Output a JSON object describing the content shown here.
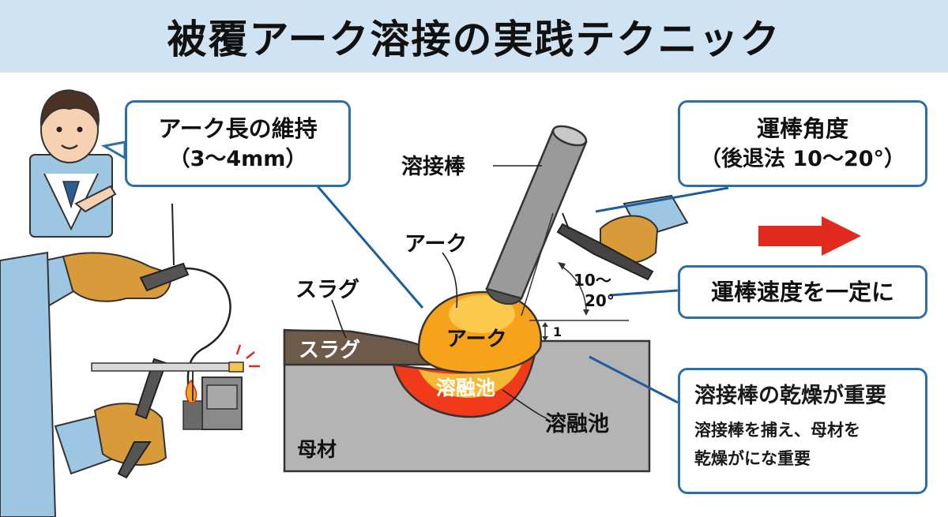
{
  "title": "被覆アーク溶接の実践テクニック",
  "callouts": {
    "arc_length": {
      "line1": "アーク長の維持",
      "line2": "（3〜4mm）"
    },
    "rod_angle": {
      "line1": "運棒角度",
      "line2": "（後退法 10〜20°）"
    },
    "rod_speed": {
      "line1": "運棒速度を一定に"
    }
  },
  "side_box": {
    "heading": "溶接棒の乾燥が重要",
    "body_line1": "溶接棒を捕え、母材を",
    "body_line2": "乾燥がにな重要"
  },
  "labels": {
    "electrode": "溶接棒",
    "arc_outer": "アーク",
    "arc_inner": "アーク",
    "slag_outer": "スラグ",
    "slag_inner": "スラグ",
    "pool_inner": "溶融池",
    "pool_outer": "溶融池",
    "base_metal": "母材",
    "angle_top": "10〜",
    "angle_bottom": "20°",
    "gap": "1"
  },
  "colors": {
    "title_bg": "#cfe3f3",
    "callout_border": "#2c6fa8",
    "arrow_red": "#e02a1e",
    "slag": "#6e5a48",
    "base_metal": "#b4b4b4",
    "pool": "#f03a1a",
    "arc": "#f7a21b"
  },
  "icons": [
    "worker-avatar",
    "welding-holder",
    "welding-gun-hands",
    "direction-arrow"
  ]
}
